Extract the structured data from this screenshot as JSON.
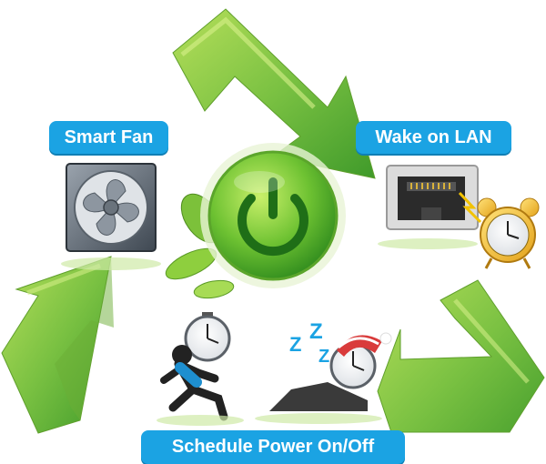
{
  "labels": {
    "smart_fan": "Smart Fan",
    "wake_on_lan": "Wake on LAN",
    "schedule_power": "Schedule Power On/Off"
  },
  "sleep_text": [
    "Z",
    "Z",
    "Z"
  ],
  "icons": [
    "recycle-arrow-icon",
    "power-button-icon",
    "leaf-icon",
    "fan-icon",
    "ethernet-port-icon",
    "alarm-clock-icon",
    "stopwatch-icon",
    "running-person-icon",
    "sleeping-person-icon"
  ],
  "colors": {
    "label_bg": "#1ba3e3",
    "arrow_green": "#7ac142",
    "power_green": "#2f9a2b"
  }
}
